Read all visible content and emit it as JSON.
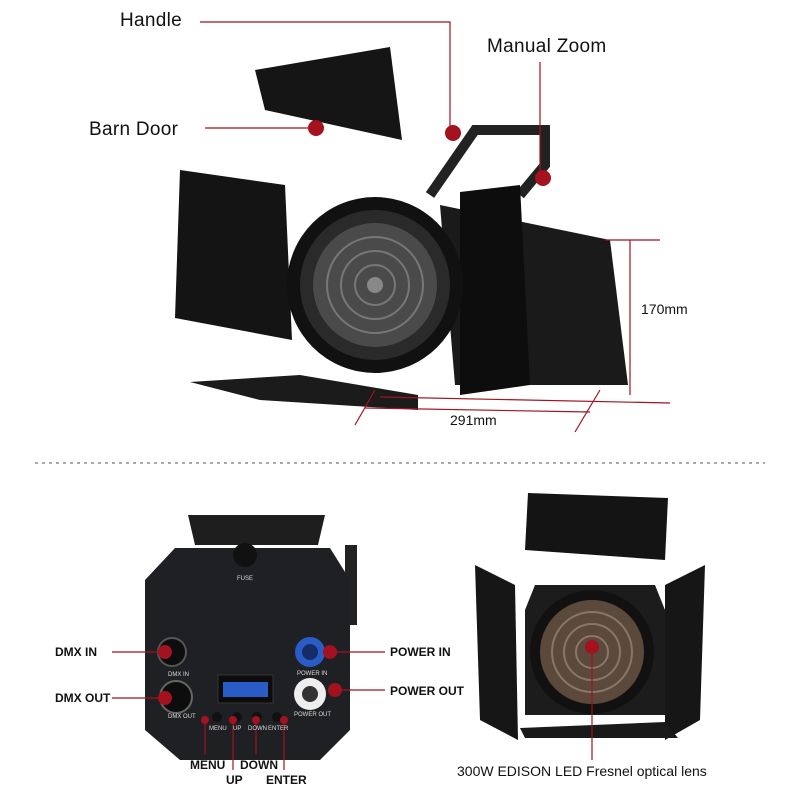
{
  "accent_color": "#a3121e",
  "top": {
    "labels": {
      "handle": "Handle",
      "manual_zoom": "Manual Zoom",
      "barn_door": "Barn Door",
      "height": "170mm",
      "length": "291mm"
    }
  },
  "bottom_left": {
    "panel_text": {
      "fuse": "FUSE",
      "dmx_in": "DMX IN",
      "dmx_out": "DMX OUT",
      "power_in": "POWER IN",
      "power_out": "POWER OUT",
      "menu": "MENU",
      "up": "UP",
      "down": "DOWN",
      "enter": "ENTER"
    },
    "labels": {
      "dmx_in": "DMX IN",
      "dmx_out": "DMX OUT",
      "power_in": "POWER IN",
      "power_out": "POWER OUT",
      "menu": "MENU",
      "up": "UP",
      "down": "DOWN",
      "enter": "ENTER"
    }
  },
  "bottom_right": {
    "caption": "300W EDISON LED Fresnel optical lens"
  }
}
